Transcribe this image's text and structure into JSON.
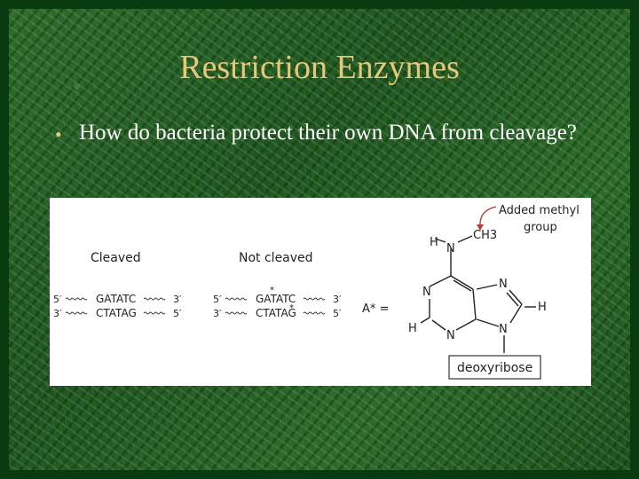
{
  "slide": {
    "title": "Restriction Enzymes",
    "bullet": "How do bacteria protect their own DNA from cleavage?"
  },
  "figure": {
    "cleaved": {
      "label": "Cleaved",
      "end5": "5′",
      "end3": "3′",
      "top_seq": "GATATC",
      "bottom_seq": "CTATAG"
    },
    "not_cleaved": {
      "label": "Not cleaved",
      "end5": "5′",
      "end3": "3′",
      "top_seq": "GATATC",
      "bottom_seq": "CTATAG",
      "methyl_mark": "*"
    },
    "a_star": "A* =",
    "structure": {
      "methyl_group_label": "CH3",
      "annotation_line1": "Added methyl",
      "annotation_line2": "group",
      "atom_H": "H",
      "atom_N": "N",
      "sugar_label": "deoxyribose"
    },
    "colors": {
      "methyl": "#c0392b",
      "text": "#222222"
    }
  }
}
